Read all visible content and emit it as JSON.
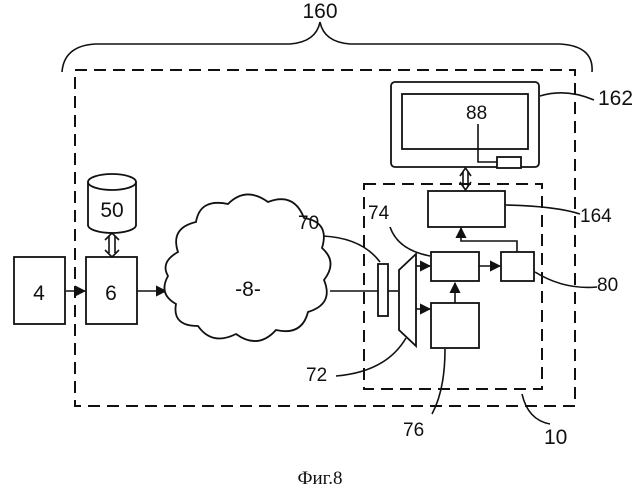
{
  "labels": {
    "system": "160",
    "source": "4",
    "server": "6",
    "database": "50",
    "network": "-8-",
    "display": "162",
    "display_elem": "88",
    "unit_164": "164",
    "ref_70": "70",
    "ref_74": "74",
    "ref_80": "80",
    "ref_72": "72",
    "ref_76": "76",
    "terminal": "10"
  },
  "caption": "Фиг.8"
}
